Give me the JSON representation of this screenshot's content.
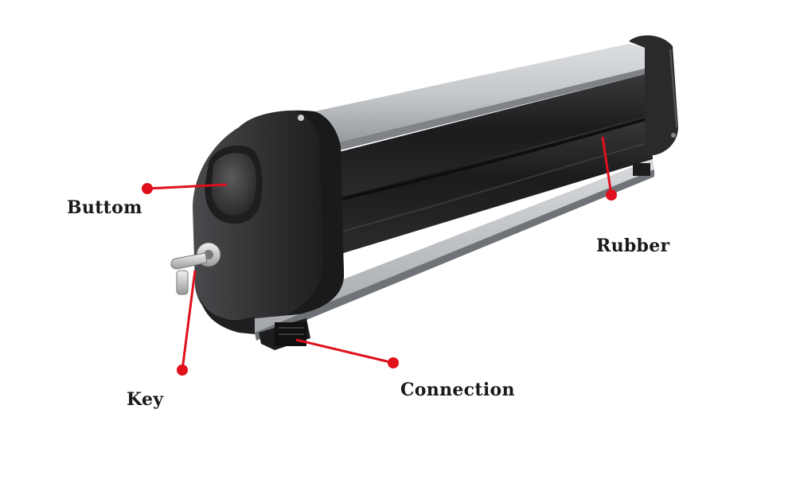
{
  "diagram": {
    "callouts": [
      {
        "id": "buttom",
        "label": "Buttom"
      },
      {
        "id": "rubber",
        "label": "Rubber"
      },
      {
        "id": "connection",
        "label": "Connection"
      },
      {
        "id": "key",
        "label": "Key"
      }
    ],
    "colors": {
      "callout_line": "#e0101c",
      "housing": "#2b2b2d",
      "aluminum": "#b9bcbf",
      "rubber": "#1e1e20",
      "label_text": "#1a1a1a"
    }
  }
}
